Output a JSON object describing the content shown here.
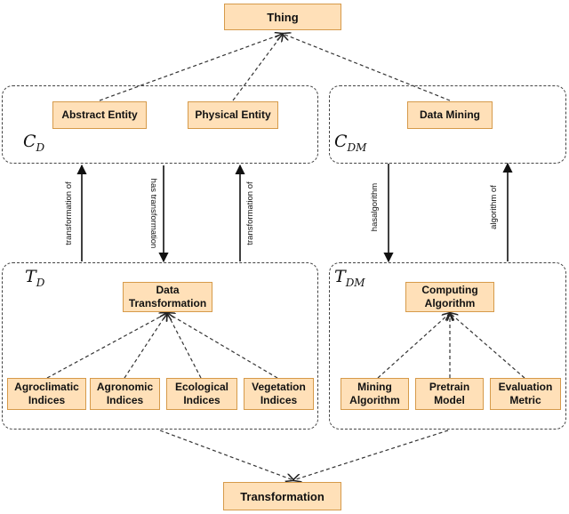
{
  "nodes": {
    "thing": "Thing",
    "abstract_entity": "Abstract Entity",
    "physical_entity": "Physical Entity",
    "data_mining": "Data Mining",
    "data_transformation": "Data\nTransformation",
    "computing_algorithm": "Computing\nAlgorithm",
    "agroclimatic_indices": "Agroclimatic\nIndices",
    "agronomic_indices": "Agronomic\nIndices",
    "ecological_indices": "Ecological\nIndices",
    "vegetation_indices": "Vegetation\nIndices",
    "mining_algorithm": "Mining\nAlgorithm",
    "pretrain_model": "Pretrain\nModel",
    "evaluation_metric": "Evaluation\nMetric",
    "transformation": "Transformation"
  },
  "groups": {
    "cd": {
      "base": "C",
      "sub": "D"
    },
    "cdm": {
      "base": "C",
      "sub": "DM"
    },
    "td": {
      "base": "T",
      "sub": "D"
    },
    "tdm": {
      "base": "T",
      "sub": "DM"
    }
  },
  "edges": {
    "transformation_of_left": "transformation of",
    "has_transformation": "has transformation",
    "transformation_of_right": "transformation of",
    "has_algorithm": "hasalgorithm",
    "algorithm_of": "algorithm of"
  }
}
